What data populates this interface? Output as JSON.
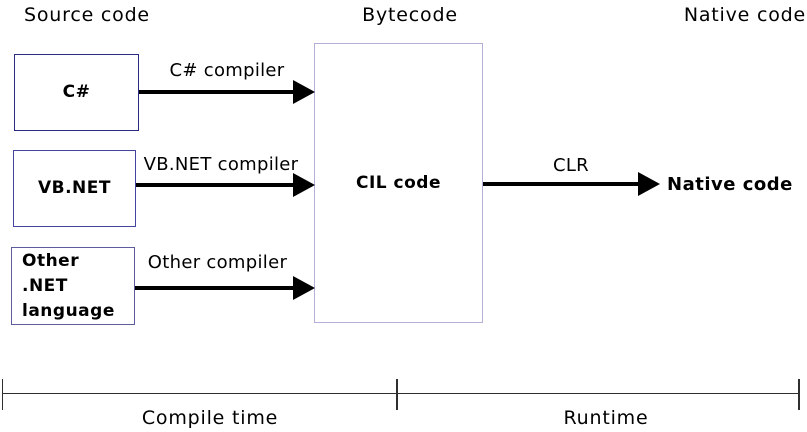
{
  "diagram": {
    "headers": {
      "source": "Source code",
      "bytecode": "Bytecode",
      "native": "Native code"
    },
    "source_boxes": [
      {
        "label": "C#"
      },
      {
        "label": "VB.NET"
      },
      {
        "label": "Other .NET language"
      }
    ],
    "compiler_arrows": [
      {
        "label": "C# compiler"
      },
      {
        "label": "VB.NET compiler"
      },
      {
        "label": "Other compiler"
      }
    ],
    "cil_box": {
      "label": "CIL code"
    },
    "runtime_arrow": {
      "label": "CLR"
    },
    "native_result_label": "Native code",
    "timeline": {
      "compile_label": "Compile time",
      "runtime_label": "Runtime"
    },
    "colors": {
      "box1_border": "#2b2b84",
      "box2_border": "#4444a0",
      "box3_border": "#5d5d9c",
      "cil_border": "#b4aed9",
      "arrow": "#000000",
      "timeline": "#2f2f2f"
    }
  }
}
